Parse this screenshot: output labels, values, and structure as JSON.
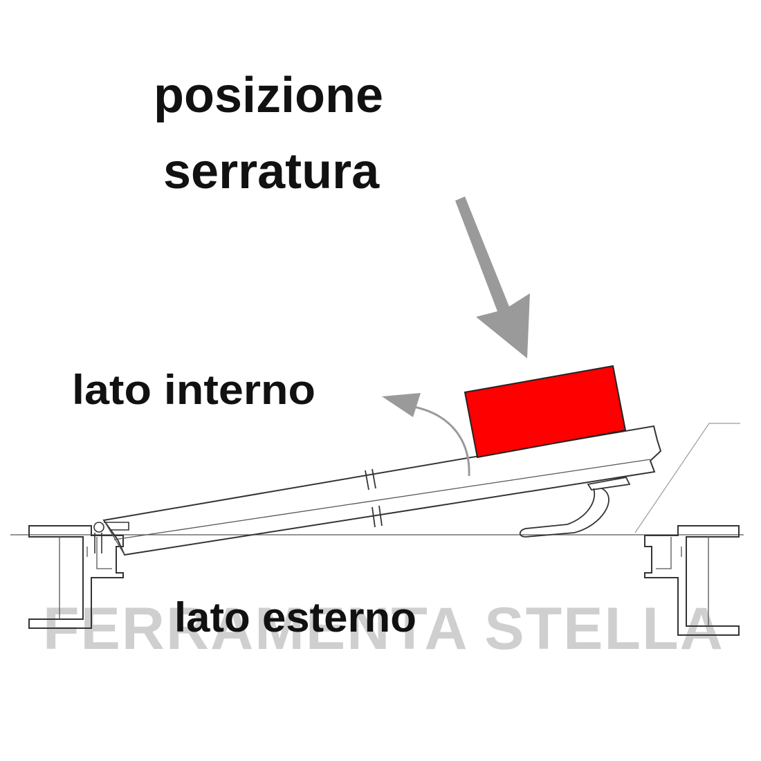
{
  "title": {
    "line1": "posizione",
    "line2": "serratura"
  },
  "labels": {
    "inside": "lato interno",
    "outside": "lato esterno"
  },
  "watermark": "FERRAMENTA  STELLA",
  "colors": {
    "lock": "#ff0000",
    "arrow": "#9a9a9a",
    "text": "#111111",
    "watermark": "#cfcfcf"
  }
}
